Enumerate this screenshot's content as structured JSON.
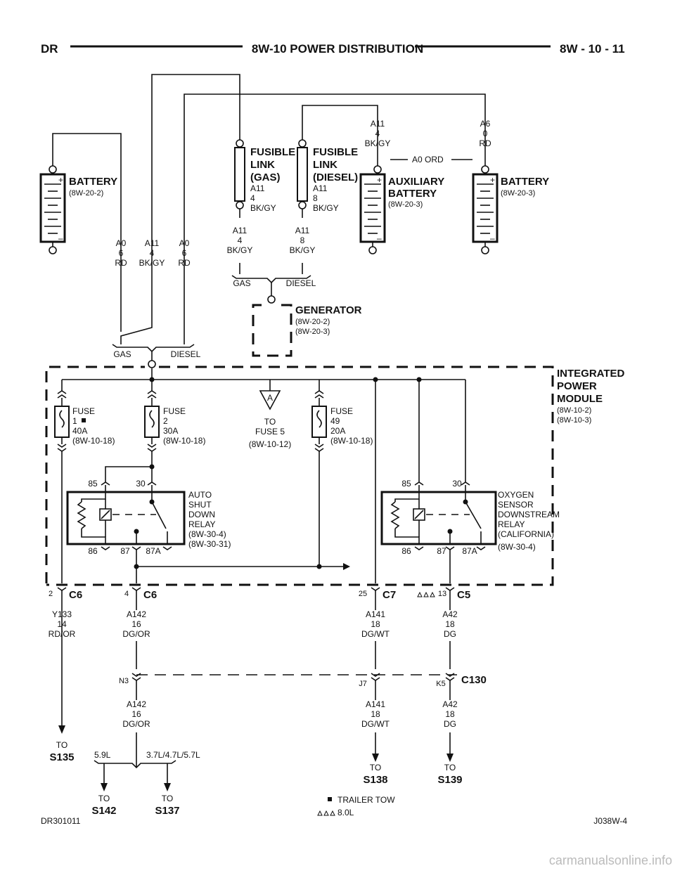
{
  "header": {
    "left": "DR",
    "title": "8W-10 POWER DISTRIBUTION",
    "right": "8W - 10 - 11"
  },
  "battery_main": {
    "title": "BATTERY",
    "ref": "(8W-20-2)"
  },
  "aux_battery": {
    "title1": "AUXILIARY",
    "title2": "BATTERY",
    "ref": "(8W-20-3)"
  },
  "battery_right": {
    "title": "BATTERY",
    "ref": "(8W-20-3)"
  },
  "fl_gas": {
    "t1": "FUSIBLE",
    "t2": "LINK",
    "t3": "(GAS)",
    "c1": "A11",
    "c2": "4",
    "c3": "BK/GY"
  },
  "fl_diesel": {
    "t1": "FUSIBLE",
    "t2": "LINK",
    "t3": "(DIESEL)",
    "c1": "A11",
    "c2": "8",
    "c3": "BK/GY"
  },
  "wire_a11_4_top": {
    "c1": "A11",
    "c2": "4",
    "c3": "BK/GY"
  },
  "wire_a6_top": {
    "c1": "A6",
    "c2": "0",
    "c3": "RD"
  },
  "wire_a0_ord": "A0   ORD",
  "wires_left": [
    {
      "c1": "A0",
      "c2": "6",
      "c3": "RD"
    },
    {
      "c1": "A11",
      "c2": "4",
      "c3": "BK/GY"
    },
    {
      "c1": "A0",
      "c2": "6",
      "c3": "RD"
    }
  ],
  "fl_gas_out": {
    "c1": "A11",
    "c2": "4",
    "c3": "BK/GY"
  },
  "fl_diesel_out": {
    "c1": "A11",
    "c2": "8",
    "c3": "BK/GY"
  },
  "gas_label": "GAS",
  "diesel_label": "DIESEL",
  "generator": {
    "title": "GENERATOR",
    "ref1": "(8W-20-2)",
    "ref2": "(8W-20-3)"
  },
  "ipm": {
    "t1": "INTEGRATED",
    "t2": "POWER",
    "t3": "MODULE",
    "ref1": "(8W-10-2)",
    "ref2": "(8W-10-3)"
  },
  "fuse1": {
    "t1": "FUSE",
    "t2": "1",
    "t3": "40A",
    "t4": "(8W-10-18)"
  },
  "fuse2": {
    "t1": "FUSE",
    "t2": "2",
    "t3": "30A",
    "t4": "(8W-10-18)"
  },
  "fuse49": {
    "t1": "FUSE",
    "t2": "49",
    "t3": "20A",
    "t4": "(8W-10-18)"
  },
  "to_fuse5": {
    "letter": "A",
    "t1": "TO",
    "t2": "FUSE 5",
    "t3": "(8W-10-12)"
  },
  "asd_relay": {
    "t1": "AUTO",
    "t2": "SHUT",
    "t3": "DOWN",
    "t4": "RELAY",
    "t5": "(8W-30-4)",
    "t6": "(8W-30-31)",
    "p85": "85",
    "p30": "30",
    "p86": "86",
    "p87": "87",
    "p87a": "87A"
  },
  "o2_relay": {
    "t1": "OXYGEN",
    "t2": "SENSOR",
    "t3": "DOWNSTREAM",
    "t4": "RELAY",
    "t5": "(CALIFORNIA)",
    "t6": "(8W-30-4)",
    "p85": "85",
    "p30": "30",
    "p86": "86",
    "p87": "87",
    "p87a": "87A"
  },
  "conn_c6a": {
    "pin": "2",
    "name": "C6"
  },
  "conn_c6b": {
    "pin": "4",
    "name": "C6"
  },
  "conn_c7": {
    "pin": "25",
    "name": "C7"
  },
  "conn_c5": {
    "pin": "13",
    "name": "C5"
  },
  "wire_y133": {
    "c1": "Y133",
    "c2": "14",
    "c3": "RD/OR"
  },
  "wire_a142_top": {
    "c1": "A142",
    "c2": "16",
    "c3": "DG/OR"
  },
  "wire_a141_top": {
    "c1": "A141",
    "c2": "18",
    "c3": "DG/WT"
  },
  "wire_a42_top": {
    "c1": "A42",
    "c2": "18",
    "c3": "DG"
  },
  "c130": {
    "name": "C130",
    "pin_n3": "N3",
    "pin_j7": "J7",
    "pin_k5": "K5"
  },
  "wire_a142_bot": {
    "c1": "A142",
    "c2": "16",
    "c3": "DG/OR"
  },
  "wire_a141_bot": {
    "c1": "A141",
    "c2": "18",
    "c3": "DG/WT"
  },
  "wire_a42_bot": {
    "c1": "A42",
    "c2": "18",
    "c3": "DG"
  },
  "engine_split": {
    "left": "5.9L",
    "right": "3.7L/4.7L/5.7L"
  },
  "to_s135": {
    "t1": "TO",
    "t2": "S135"
  },
  "to_s142": {
    "t1": "TO",
    "t2": "S142"
  },
  "to_s137": {
    "t1": "TO",
    "t2": "S137"
  },
  "to_s138": {
    "t1": "TO",
    "t2": "S138"
  },
  "to_s139": {
    "t1": "TO",
    "t2": "S139"
  },
  "legend": {
    "trailer_tow": "TRAILER TOW",
    "engine": "8.0L"
  },
  "footer": {
    "left": "DR301011",
    "right": "J038W-4"
  },
  "watermark": "carmanualsonline.info"
}
